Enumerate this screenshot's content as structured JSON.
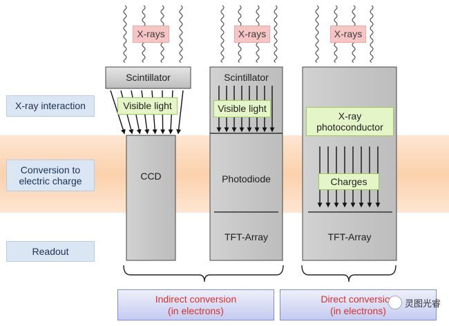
{
  "row_labels": {
    "interaction": "X-ray interaction",
    "conversion": "Conversion to\nelectric charge",
    "readout": "Readout"
  },
  "columns": {
    "ccd": {
      "xray": "X-rays",
      "scintillator": "Scintillator",
      "visible": "Visible light",
      "detector": "CCD"
    },
    "tft_indirect": {
      "xray": "X-rays",
      "scintillator": "Scintillator",
      "visible": "Visible light",
      "photodiode": "Photodiode",
      "tft": "TFT-Array"
    },
    "direct": {
      "xray": "X-rays",
      "photoconductor": "X-ray\nphotoconductor",
      "charges": "Charges",
      "tft": "TFT-Array"
    }
  },
  "bottom": {
    "indirect": "Indirect conversion\n(in electrons)",
    "direct": "Direct conversion\n(in electrons)"
  },
  "watermark": "灵图光睿",
  "colors": {
    "band": "#fdd4b4",
    "panel_gray": "#c8c8c8",
    "label_blue": "#dae6f4",
    "green_tag": "#e4f6c8",
    "xray_tag": "#f7c6c4",
    "bottom_text": "#d8302a"
  }
}
